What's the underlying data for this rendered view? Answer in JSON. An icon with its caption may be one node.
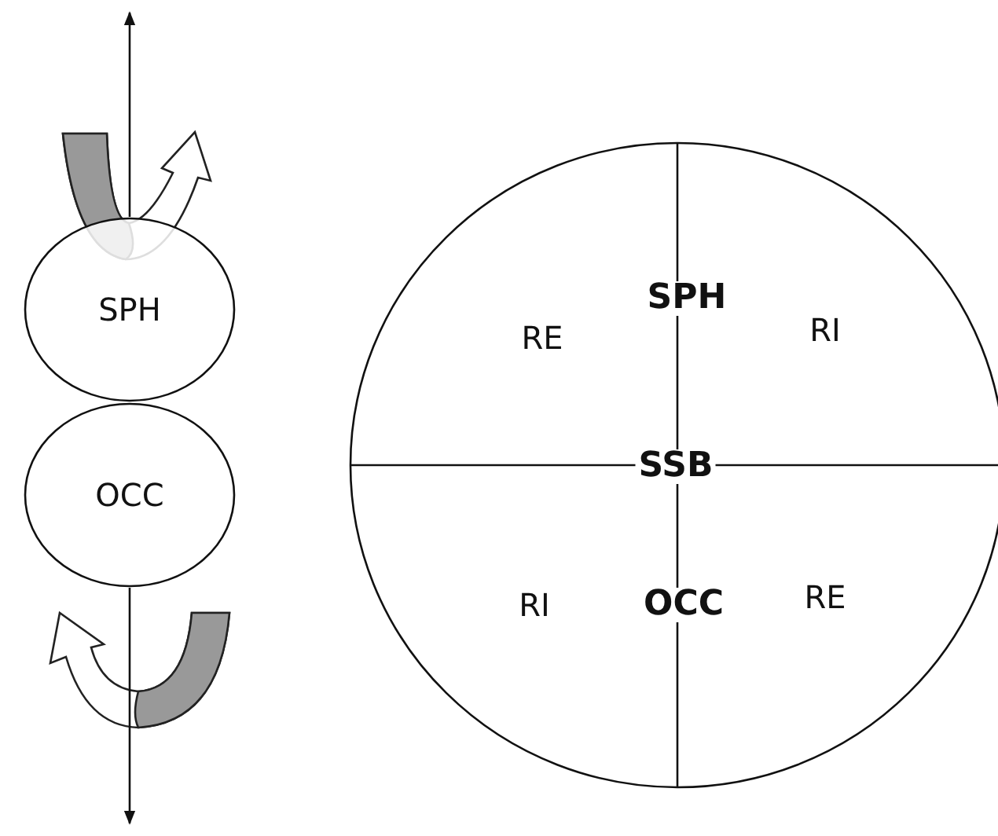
{
  "diagram": {
    "nodes": [
      {
        "text": [
          "SPH"
        ]
      },
      {
        "text": [
          "OCC"
        ]
      },
      {
        "text": [
          "RE",
          "SPH",
          "RI",
          "SSB",
          "RI",
          "OCC",
          "RE"
        ]
      }
    ],
    "edges": [
      {
        "from": 0,
        "to": null,
        "arrow": "to"
      },
      {
        "from": 1,
        "to": null,
        "arrow": "to"
      }
    ]
  }
}
